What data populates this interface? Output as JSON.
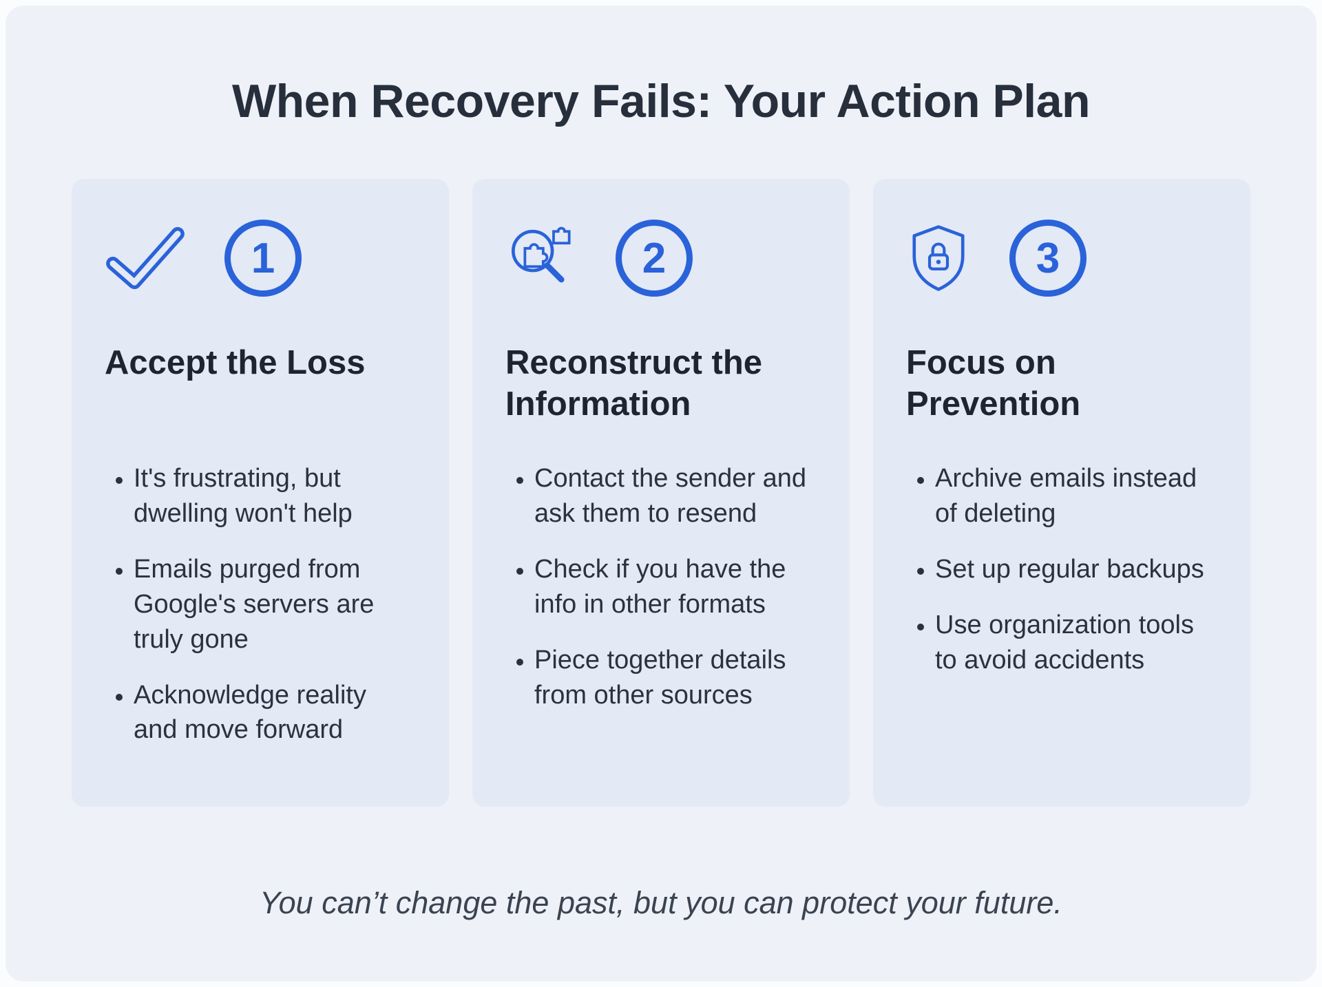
{
  "page": {
    "title": "When Recovery Fails: Your Action Plan",
    "footer": "You can’t change the past, but you can protect your future."
  },
  "colors": {
    "accent": "#2a62d9",
    "card_background": "#e3e9f5",
    "page_background": "#eef1f7",
    "title_text": "#272e3c",
    "body_text": "#2b323f"
  },
  "cards": [
    {
      "number": "1",
      "icon": "checkmark-icon",
      "heading": "Accept the Loss",
      "bullets": [
        "It's frustrating, but dwelling won't help",
        "Emails purged from Google's servers are truly gone",
        "Acknowledge reality and move forward"
      ]
    },
    {
      "number": "2",
      "icon": "search-puzzle-icon",
      "heading": "Reconstruct the Information",
      "bullets": [
        "Contact the sender and ask them to resend",
        "Check if you have the info in other formats",
        "Piece together details from other sources"
      ]
    },
    {
      "number": "3",
      "icon": "shield-lock-icon",
      "heading": "Focus on Prevention",
      "bullets": [
        "Archive emails instead of deleting",
        "Set up regular backups",
        "Use organization tools to avoid accidents"
      ]
    }
  ]
}
